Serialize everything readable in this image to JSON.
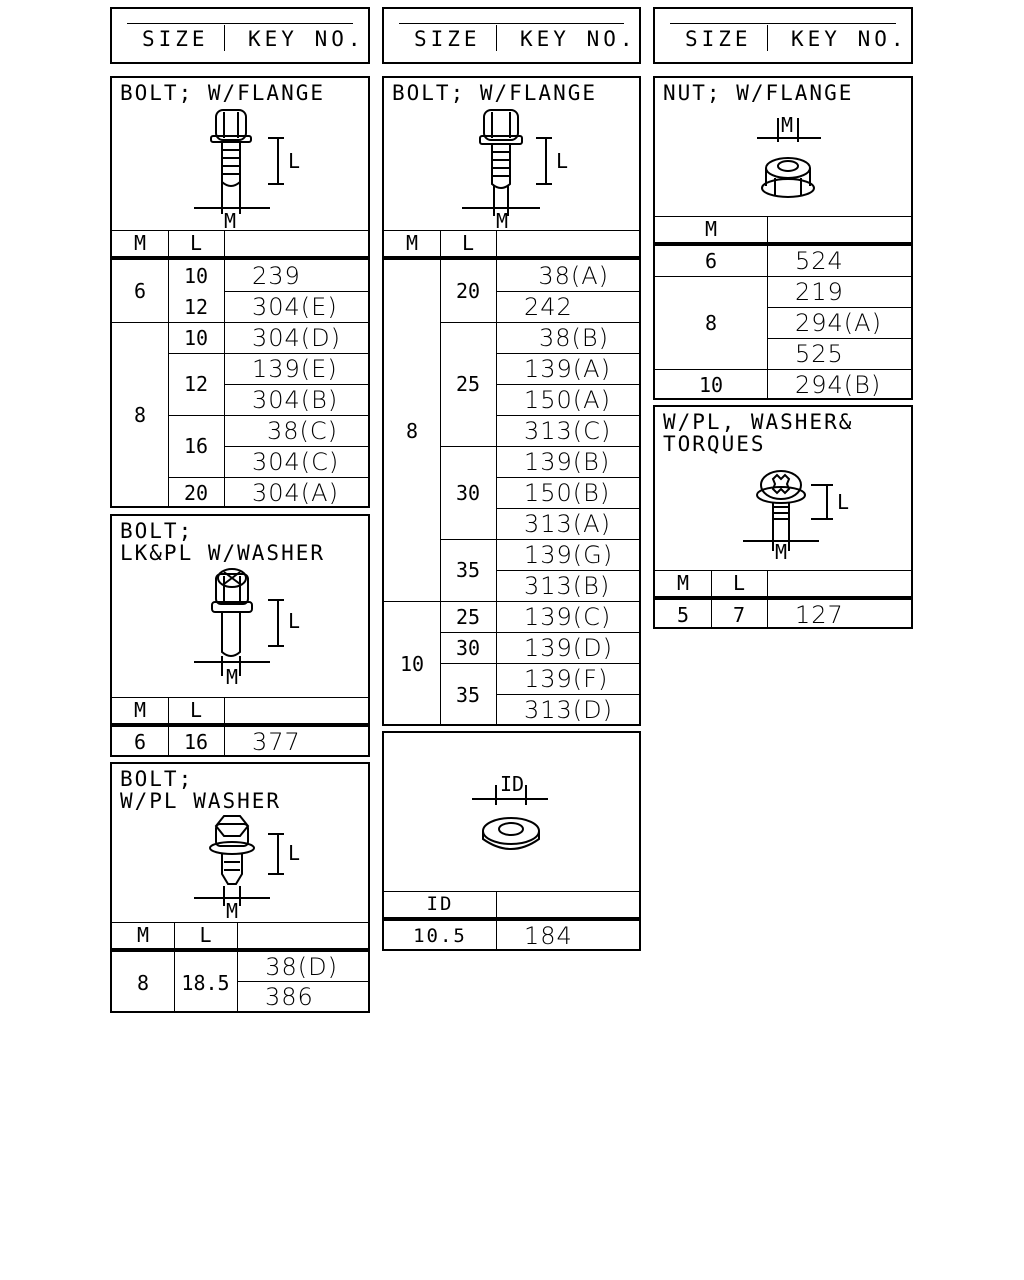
{
  "header": {
    "size": "SIZE",
    "key_no": "KEY NO."
  },
  "panels": {
    "bolt_flange_a": {
      "title": "BOLT; W/FLANGE",
      "col_m": "M",
      "col_l": "L",
      "dim_l": "L",
      "dim_m": "M",
      "rows": [
        {
          "m": "6",
          "l": "10",
          "key": "239"
        },
        {
          "m": "6",
          "l": "12",
          "key": "304(E)"
        },
        {
          "m": "8",
          "l": "10",
          "key": "304(D)"
        },
        {
          "m": "8",
          "l": "12",
          "key": "139(E)"
        },
        {
          "m": "8",
          "l": "12",
          "key": "304(B)"
        },
        {
          "m": "8",
          "l": "16",
          "key": "38(C)"
        },
        {
          "m": "8",
          "l": "16",
          "key": "304(C)"
        },
        {
          "m": "8",
          "l": "20",
          "key": "304(A)"
        }
      ]
    },
    "bolt_lk_pl": {
      "title": "BOLT;\nLK&PL W/WASHER",
      "col_m": "M",
      "col_l": "L",
      "dim_l": "L",
      "dim_m": "M",
      "rows": [
        {
          "m": "6",
          "l": "16",
          "key": "377"
        }
      ]
    },
    "bolt_wpl_washer": {
      "title": "BOLT;\nW/PL WASHER",
      "col_m": "M",
      "col_l": "L",
      "dim_l": "L",
      "dim_m": "M",
      "rows": [
        {
          "m": "8",
          "l": "18.5",
          "key": "38(D)"
        },
        {
          "m": "8",
          "l": "18.5",
          "key": "386"
        }
      ]
    },
    "bolt_flange_b": {
      "title": "BOLT; W/FLANGE",
      "col_m": "M",
      "col_l": "L",
      "dim_l": "L",
      "dim_m": "M",
      "rows": [
        {
          "m": "8",
          "l": "20",
          "key": "38(A)"
        },
        {
          "m": "8",
          "l": "20",
          "key": "242"
        },
        {
          "m": "8",
          "l": "25",
          "key": "38(B)"
        },
        {
          "m": "8",
          "l": "25",
          "key": "139(A)"
        },
        {
          "m": "8",
          "l": "25",
          "key": "150(A)"
        },
        {
          "m": "8",
          "l": "25",
          "key": "313(C)"
        },
        {
          "m": "8",
          "l": "30",
          "key": "139(B)"
        },
        {
          "m": "8",
          "l": "30",
          "key": "150(B)"
        },
        {
          "m": "8",
          "l": "30",
          "key": "313(A)"
        },
        {
          "m": "8",
          "l": "35",
          "key": "139(G)"
        },
        {
          "m": "8",
          "l": "35",
          "key": "313(B)"
        },
        {
          "m": "10",
          "l": "25",
          "key": "139(C)"
        },
        {
          "m": "10",
          "l": "30",
          "key": "139(D)"
        },
        {
          "m": "10",
          "l": "35",
          "key": "139(F)"
        },
        {
          "m": "10",
          "l": "35",
          "key": "313(D)"
        }
      ]
    },
    "washer": {
      "title": "",
      "col_id": "ID",
      "dim_id": "ID",
      "rows": [
        {
          "id": "10.5",
          "key": "184"
        }
      ]
    },
    "nut_flange": {
      "title": "NUT; W/FLANGE",
      "col_m": "M",
      "dim_m": "M",
      "rows": [
        {
          "m": "6",
          "key": "524"
        },
        {
          "m": "8",
          "key": "219"
        },
        {
          "m": "8",
          "key": "294(A)"
        },
        {
          "m": "8",
          "key": "525"
        },
        {
          "m": "10",
          "key": "294(B)"
        }
      ]
    },
    "wpl_washer_torques": {
      "title": "W/PL, WASHER&\nTORQUES",
      "col_m": "M",
      "col_l": "L",
      "dim_l": "L",
      "dim_m": "M",
      "rows": [
        {
          "m": "5",
          "l": "7",
          "key": "127"
        }
      ]
    }
  }
}
